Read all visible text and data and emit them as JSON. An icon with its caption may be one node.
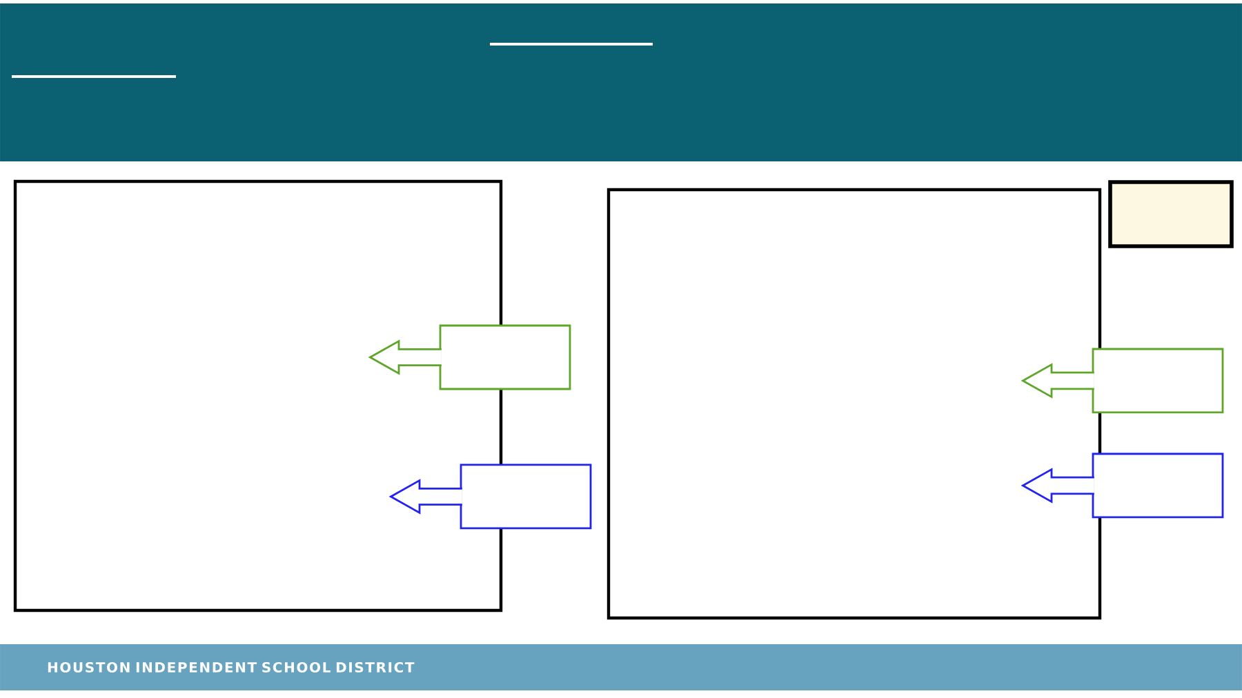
{
  "diagram": {
    "nodes": [
      {
        "text": [],
        "shape": "box"
      },
      {
        "text": [],
        "shape": "box"
      },
      {
        "text": [],
        "shape": "box"
      },
      {
        "text": [],
        "shape": "box"
      },
      {
        "text": [],
        "shape": "box"
      },
      {
        "text": [],
        "shape": "box"
      },
      {
        "text": [],
        "shape": "box"
      },
      {
        "text": [
          "HOUSTON INDEPENDENT SCHOOL DISTRICT"
        ]
      }
    ],
    "edges": [
      {
        "from": 1,
        "to": null,
        "arrow": "to",
        "color": "#5fa52a"
      },
      {
        "from": 2,
        "to": null,
        "arrow": "to",
        "color": "#2323ee"
      },
      {
        "from": 5,
        "to": null,
        "arrow": "to",
        "color": "#5fa52a"
      },
      {
        "from": 6,
        "to": null,
        "arrow": "to",
        "color": "#2323ee"
      }
    ]
  }
}
